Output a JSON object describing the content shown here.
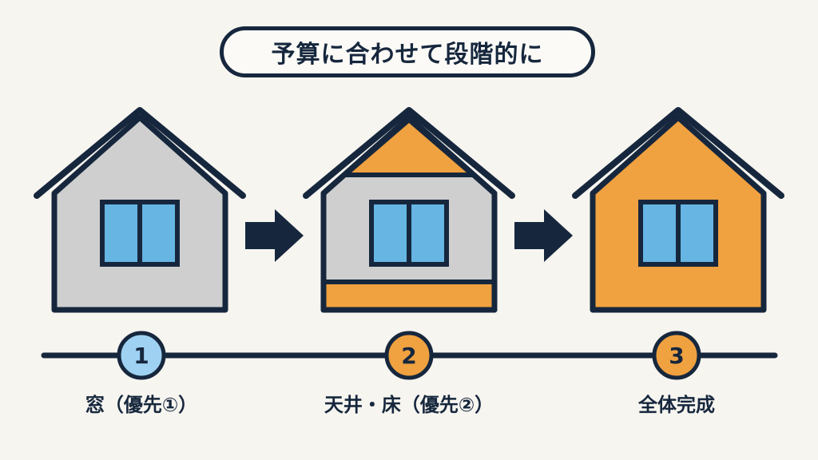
{
  "title": "予算に合わせて段階的に",
  "colors": {
    "outline": "#16273d",
    "wall_gray": "#cfcfcf",
    "accent_orange": "#f0a140",
    "window_blue": "#66b5e3",
    "step1_circle": "#9fd2f2",
    "background": "#f7f5f0"
  },
  "steps": [
    {
      "number": "1",
      "label": "窓（優先①）",
      "roof": "gray",
      "walls": "gray",
      "floor": "gray"
    },
    {
      "number": "2",
      "label": "天井・床（優先②）",
      "roof": "orange",
      "walls": "gray",
      "floor": "orange"
    },
    {
      "number": "3",
      "label": "全体完成",
      "roof": "orange",
      "walls": "orange",
      "floor": "orange"
    }
  ],
  "arrows": [
    "arrow-right-icon",
    "arrow-right-icon"
  ]
}
